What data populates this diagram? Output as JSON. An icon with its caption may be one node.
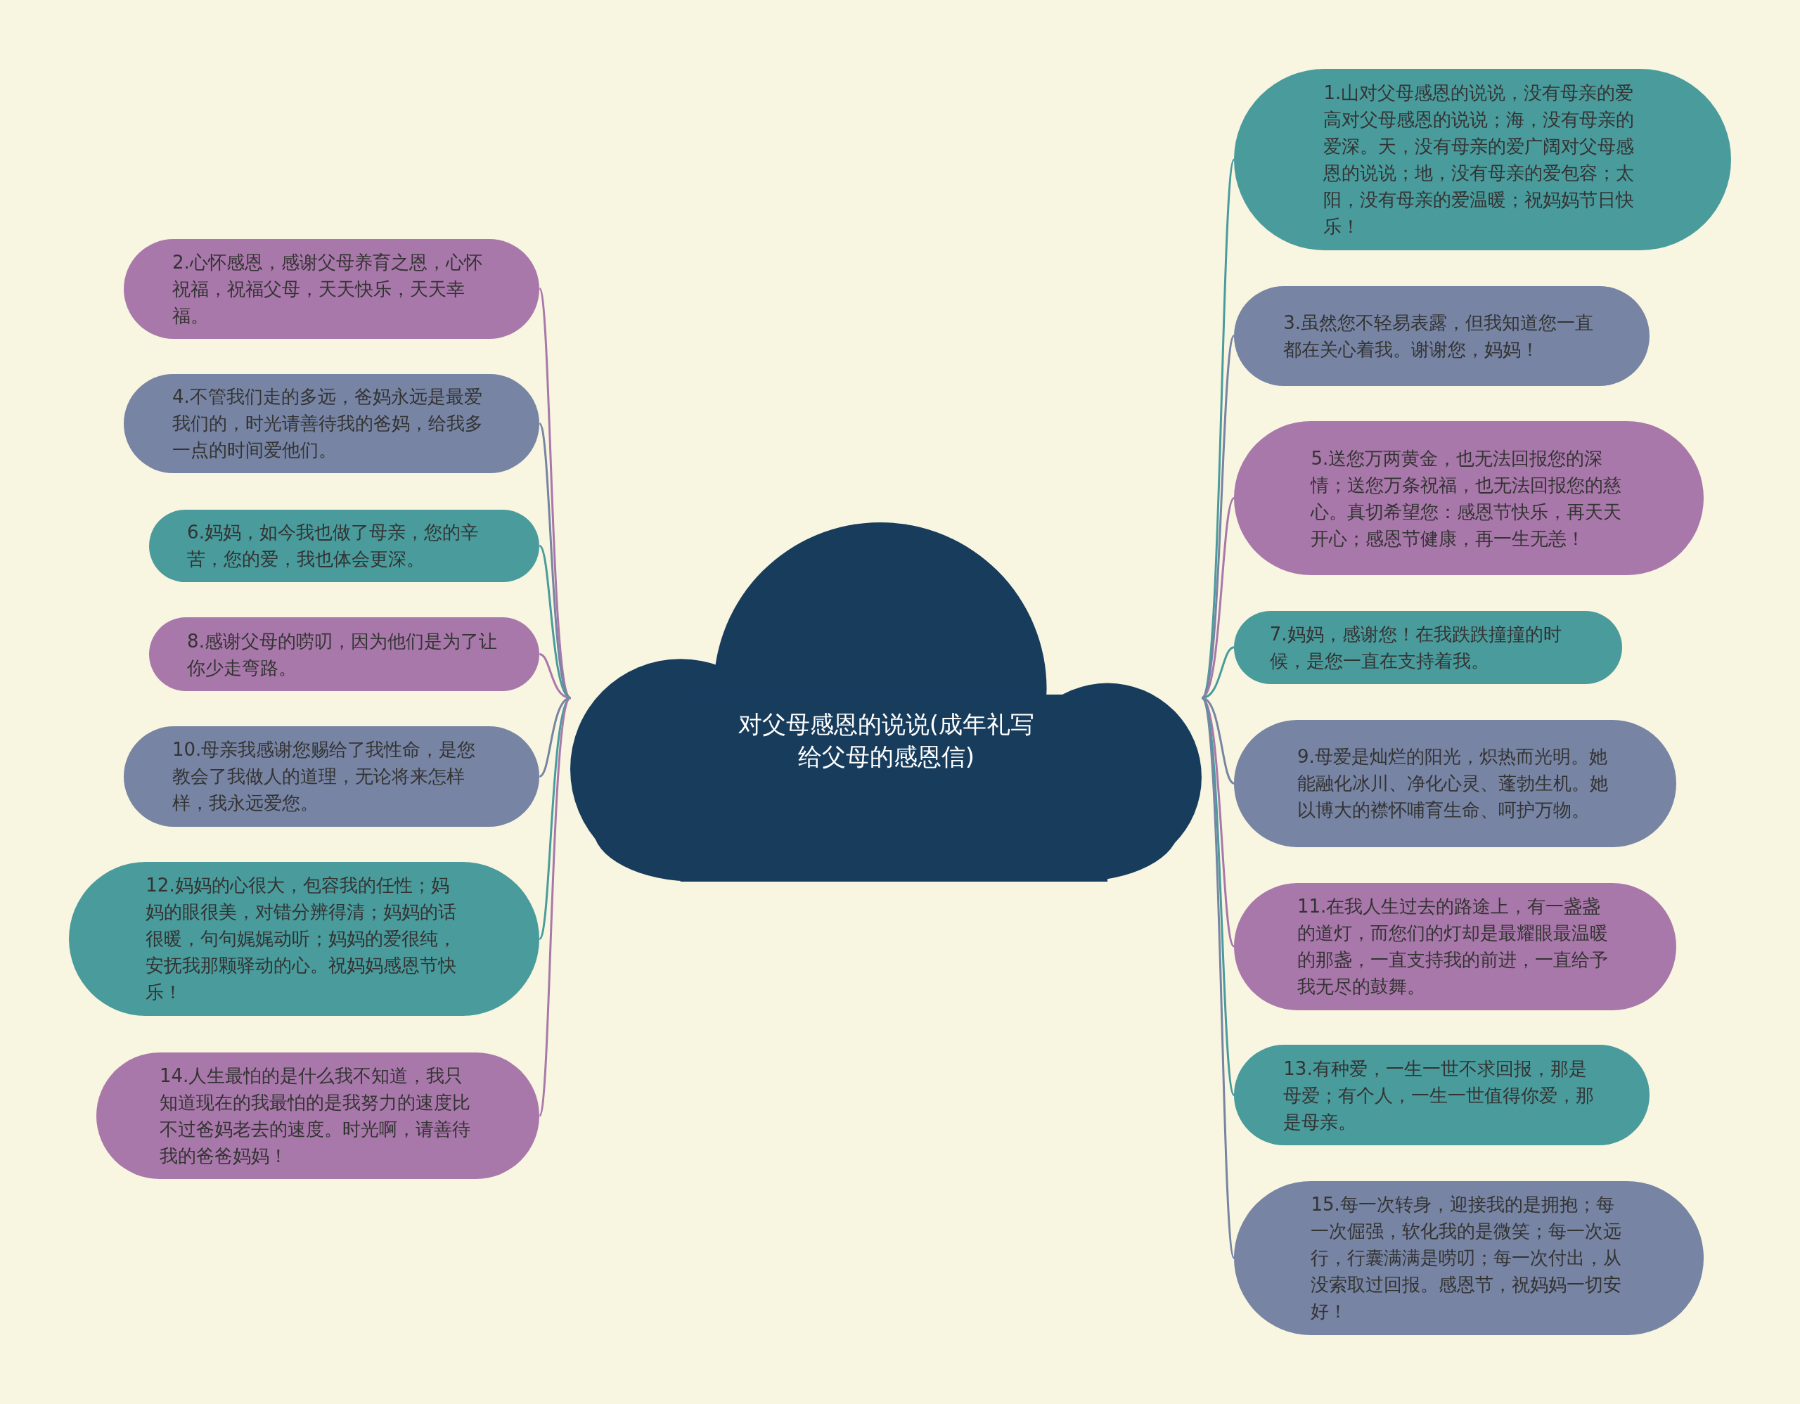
{
  "diagram": {
    "nodes": [
      {
        "text": [
          "对父母感恩的说说(成年礼写给父母的感恩信)"
        ]
      },
      {
        "text": [
          "1.山对父母感恩的说说，没有母亲的爱高对父母感恩的说说；海，没有母亲的爱深。天，没有母亲的爱广阔对父母感恩的说说；地，没有母亲的爱包容；太阳，没有母亲的爱温暖；祝妈妈节日快乐！"
        ]
      },
      {
        "text": [
          "2.心怀感恩，感谢父母养育之恩，心怀祝福，祝福父母，天天快乐，天天幸福。"
        ]
      },
      {
        "text": [
          "3.虽然您不轻易表露，但我知道您一直都在关心着我。谢谢您，妈妈！"
        ]
      },
      {
        "text": [
          "4.不管我们走的多远，爸妈永远是最爱我们的，时光请善待我的爸妈，给我多一点的时间爱他们。"
        ]
      },
      {
        "text": [
          "5.送您万两黄金，也无法回报您的深情；送您万条祝福，也无法回报您的慈心。真切希望您：感恩节快乐，再天天开心；感恩节健康，再一生无恙！"
        ]
      },
      {
        "text": [
          "6.妈妈，如今我也做了母亲，您的辛苦，您的爱，我也体会更深。"
        ]
      },
      {
        "text": [
          "7.妈妈，感谢您！在我跌跌撞撞的时候，是您一直在支持着我。"
        ]
      },
      {
        "text": [
          "8.感谢父母的唠叨，因为他们是为了让你少走弯路。"
        ]
      },
      {
        "text": [
          "9.母爱是灿烂的阳光，炽热而光明。她能融化冰川、净化心灵、蓬勃生机。她以博大的襟怀哺育生命、呵护万物。"
        ]
      },
      {
        "text": [
          "10.母亲我感谢您赐给了我性命，是您教会了我做人的道理，无论将来怎样样，我永远爱您。"
        ]
      },
      {
        "text": [
          "11.在我人生过去的路途上，有一盏盏的道灯，而您们的灯却是最耀眼最温暖的那盏，一直支持我的前进，一直给予我无尽的鼓舞。"
        ]
      },
      {
        "text": [
          "12.妈妈的心很大，包容我的任性；妈妈的眼很美，对错分辨得清；妈妈的话很暖，句句娓娓动听；妈妈的爱很纯，安抚我那颗驿动的心。祝妈妈感恩节快乐！"
        ]
      },
      {
        "text": [
          "13.有种爱，一生一世不求回报，那是母爱；有个人，一生一世值得你爱，那是母亲。"
        ]
      },
      {
        "text": [
          "14.人生最怕的是什么我不知道，我只知道现在的我最怕的是我努力的速度比不过爸妈老去的速度。时光啊，请善待我的爸爸妈妈！"
        ]
      },
      {
        "text": [
          "15.每一次转身，迎接我的是拥抱；每一次倔强，软化我的是微笑；每一次远行，行囊满满是唠叨；每一次付出，从没索取过回报。感恩节，祝妈妈一切安好！"
        ]
      }
    ],
    "edges": [
      {
        "from": 0,
        "to": 1,
        "arrow": "none",
        "color": "#4a9b9c"
      },
      {
        "from": 0,
        "to": 2,
        "arrow": "none",
        "color": "#a978aa"
      },
      {
        "from": 0,
        "to": 3,
        "arrow": "none",
        "color": "#7784a3"
      },
      {
        "from": 0,
        "to": 4,
        "arrow": "none",
        "color": "#7784a3"
      },
      {
        "from": 0,
        "to": 5,
        "arrow": "none",
        "color": "#a978aa"
      },
      {
        "from": 0,
        "to": 6,
        "arrow": "none",
        "color": "#4a9b9c"
      },
      {
        "from": 0,
        "to": 7,
        "arrow": "none",
        "color": "#4a9b9c"
      },
      {
        "from": 0,
        "to": 8,
        "arrow": "none",
        "color": "#a978aa"
      },
      {
        "from": 0,
        "to": 9,
        "arrow": "none",
        "color": "#7784a3"
      },
      {
        "from": 0,
        "to": 10,
        "arrow": "none",
        "color": "#7784a3"
      },
      {
        "from": 0,
        "to": 11,
        "arrow": "none",
        "color": "#a978aa"
      },
      {
        "from": 0,
        "to": 12,
        "arrow": "none",
        "color": "#4a9b9c"
      },
      {
        "from": 0,
        "to": 13,
        "arrow": "none",
        "color": "#4a9b9c"
      },
      {
        "from": 0,
        "to": 14,
        "arrow": "none",
        "color": "#a978aa"
      },
      {
        "from": 0,
        "to": 15,
        "arrow": "none",
        "color": "#7784a3"
      }
    ]
  }
}
